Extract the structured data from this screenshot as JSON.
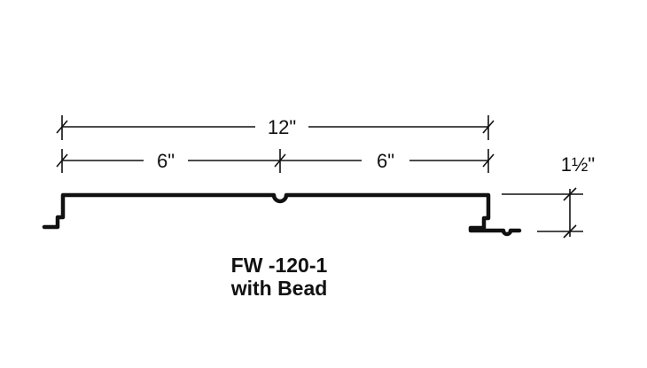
{
  "dimensions": {
    "overall_width": "12\"",
    "left_half": "6\"",
    "right_half": "6\"",
    "height": "1½\""
  },
  "caption": {
    "line1": "FW -120-1",
    "line2": "with Bead"
  }
}
